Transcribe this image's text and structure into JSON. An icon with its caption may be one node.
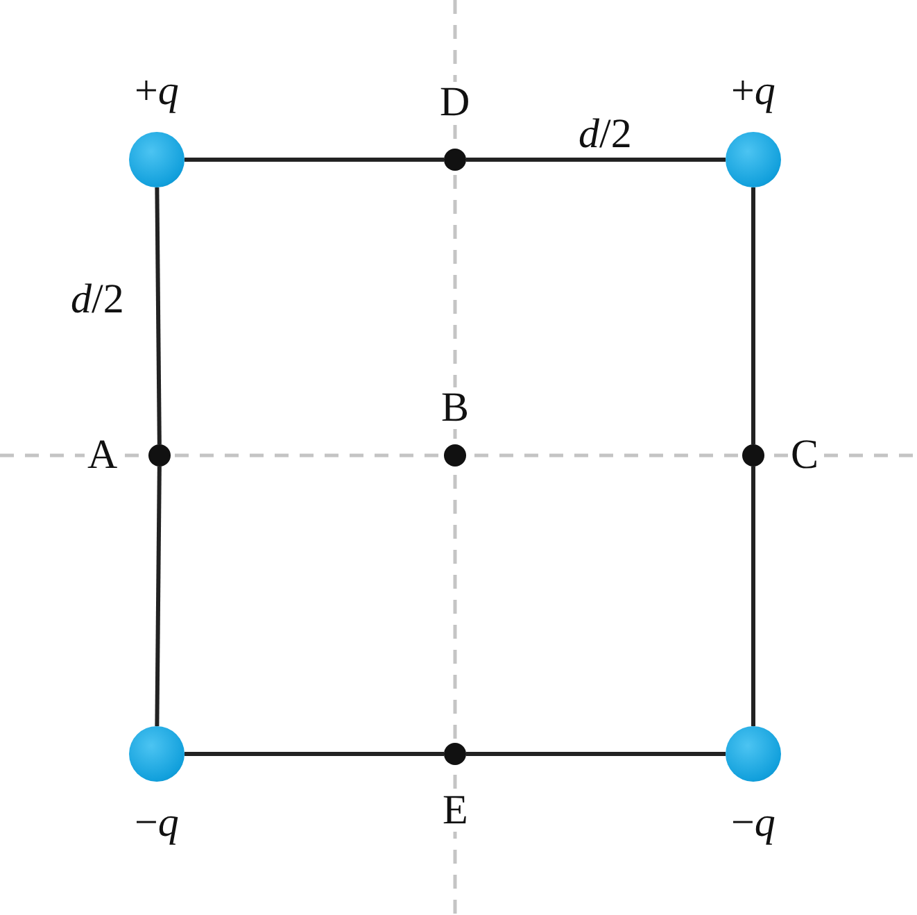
{
  "diagram": {
    "nodes": [
      {
        "text": [
          "+*q*"
        ]
      },
      {
        "text": [
          "+*q*"
        ]
      },
      {
        "text": [
          "−*q*"
        ]
      },
      {
        "text": [
          "−*q*"
        ]
      },
      {
        "text": [
          "D"
        ]
      },
      {
        "text": [
          "A"
        ]
      },
      {
        "text": [
          "B"
        ]
      },
      {
        "text": [
          "C"
        ]
      },
      {
        "text": [
          "E"
        ]
      }
    ],
    "edges": [
      {
        "from": 0,
        "to": 4,
        "arrow": "none"
      },
      {
        "from": 4,
        "to": 1,
        "arrow": "none",
        "label": "*d*/2"
      },
      {
        "from": 0,
        "to": 5,
        "arrow": "none",
        "label": "*d*/2"
      },
      {
        "from": 5,
        "to": 2,
        "arrow": "none"
      },
      {
        "from": 1,
        "to": 7,
        "arrow": "none"
      },
      {
        "from": 7,
        "to": 3,
        "arrow": "none"
      },
      {
        "from": 2,
        "to": 8,
        "arrow": "none"
      },
      {
        "from": 8,
        "to": 3,
        "arrow": "none"
      }
    ]
  }
}
